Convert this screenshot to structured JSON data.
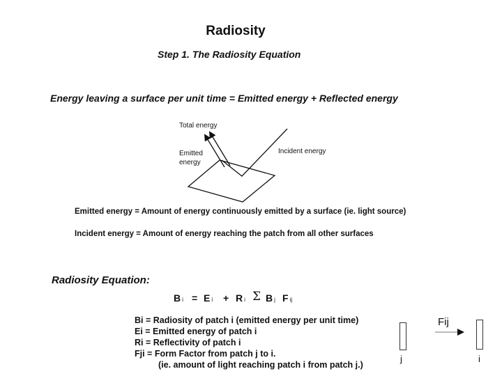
{
  "slide": {
    "title": "Radiosity",
    "subtitle": "Step 1. The Radiosity Equation",
    "energy_equation": "Energy leaving a surface per unit time  =  Emitted energy + Reflected energy"
  },
  "figure": {
    "total_energy_label": "Total energy",
    "emitted_label_line1": "Emitted",
    "emitted_label_line2": "energy",
    "incident_label": "Incident energy"
  },
  "definitions": {
    "emitted": "Emitted energy = Amount of energy continuously emitted by a surface (ie. light source)",
    "incident": "Incident energy = Amount of energy reaching the patch from all other surfaces"
  },
  "radiosity_equation": {
    "heading": "Radiosity Equation:",
    "b": "B",
    "b_sub": "i",
    "equals": "=",
    "e": "E",
    "e_sub": "i",
    "plus": "+",
    "r": "R",
    "r_sub": "i",
    "sigma": "Σ",
    "bj": "B",
    "bj_sub": "j",
    "f": "F",
    "f_sub": "ij"
  },
  "variables": [
    "Bi = Radiosity of patch  i (emitted energy per unit time)",
    "Ei = Emitted energy of patch i",
    "Ri = Reflectivity of patch i",
    "Fji = Form Factor from patch j to i.",
    "(ie. amount of light reaching patch i from patch j.)"
  ],
  "patches": {
    "fij_label": "Fij",
    "j_label": "j",
    "i_label": "i"
  }
}
